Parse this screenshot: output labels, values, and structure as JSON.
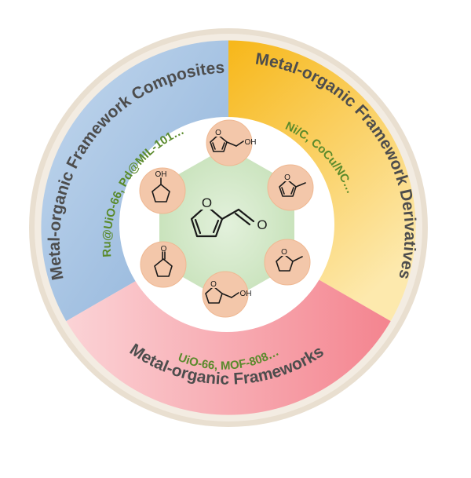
{
  "segments": {
    "composites": {
      "title": "Metal-organic Framework Composites",
      "examples": "Ru@UiO-66, Pd@MIL-101…",
      "color": "#9fbfdf"
    },
    "derivatives": {
      "title": "Metal-organic Framework Derivatives",
      "examples": "Ni/C, CoCu/NC…",
      "color": "#f7b719"
    },
    "frameworks": {
      "title": "Metal-organic Frameworks",
      "examples": "UiO-66, MOF-808…",
      "color": "#f48c96"
    }
  },
  "molecule_atoms": {
    "oxygen": "O",
    "hydroxyl": "OH"
  },
  "colors": {
    "outer_ring": "#e6dccd",
    "hexagon": "#cfe6c4",
    "product_bubble": "#f3c9ad",
    "title_text": "#4d4d4d",
    "example_text": "#5a8a2c"
  }
}
